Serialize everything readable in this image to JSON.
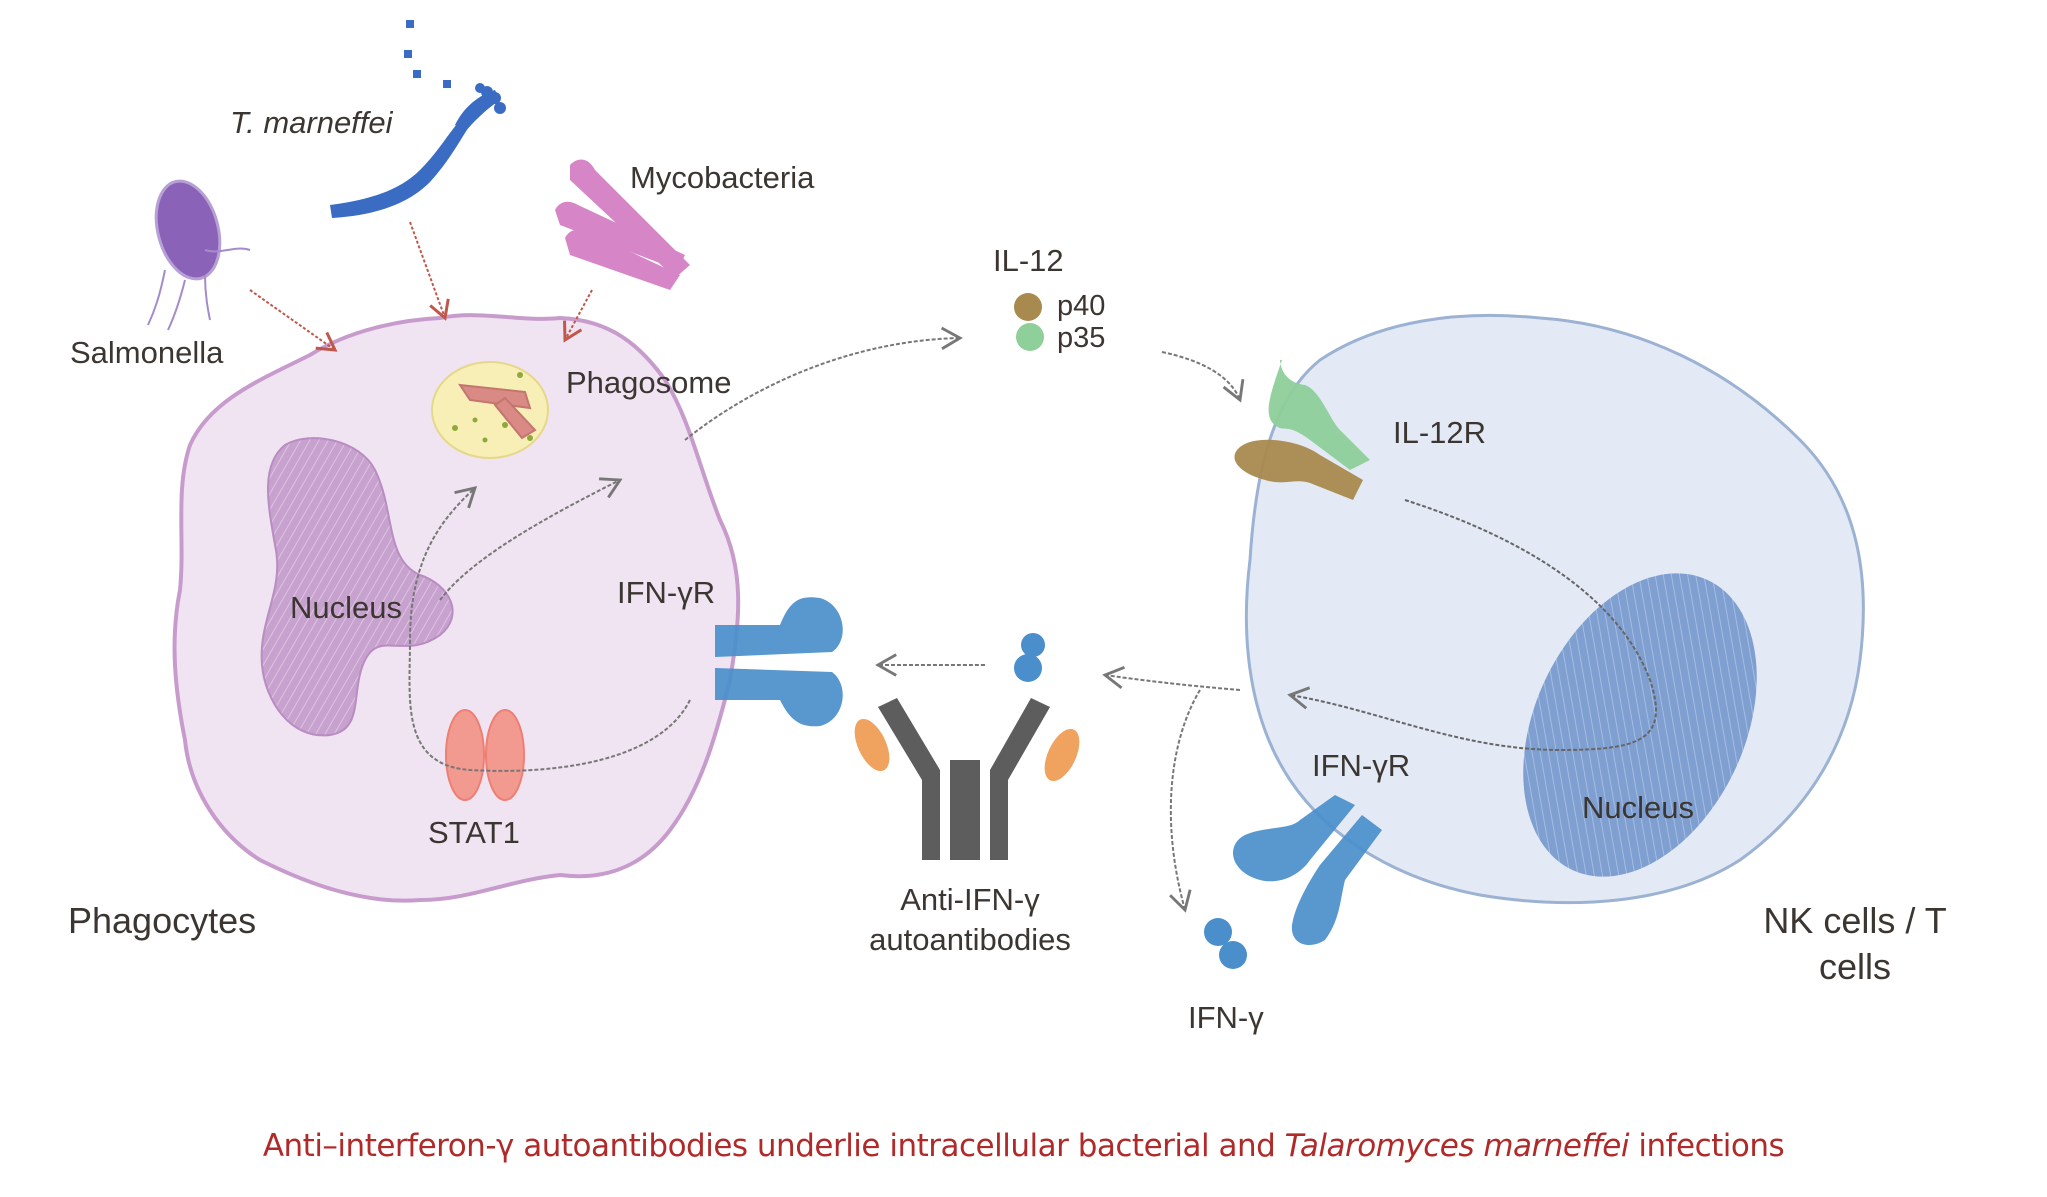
{
  "figure": {
    "caption": {
      "part1": "Anti–interferon-γ autoantibodies underlie intracellular bacterial and ",
      "italic": "Talaromyces marneffei",
      "part2": " infections"
    },
    "colors": {
      "caption_red": "#b12a2a",
      "text_dark": "#3b3632",
      "phagocyte_fill": "#f1e4f2",
      "phagocyte_outline": "#c79ccd",
      "phagocyte_nucleus": "#c49ccb",
      "nk_cell_fill": "#e3eaf5",
      "nk_outline": "#9bb2d3",
      "nk_nucleus": "#7c9dcf",
      "receptor_blue": "#4a8fcb",
      "il12_p40_brown": "#a88a4e",
      "il12_p35_green": "#8ecf9a",
      "stat1_red": "#f29a8f",
      "antibody_gray": "#5d5d5d",
      "antibody_orange": "#f0a35e",
      "salmonella_purple": "#8a63b8",
      "tmarneffei_blue": "#3b6cc4",
      "mycobacteria_pink": "#d686c6",
      "phagosome_yellow": "#f7efb6",
      "arrow_red": "#c0574a",
      "arrow_gray": "#777777"
    }
  },
  "pathogens": {
    "salmonella": "Salmonella",
    "t_marneffei": "T. marneffei",
    "mycobacteria": "Mycobacteria"
  },
  "phagocyte": {
    "cell_label": "Phagocytes",
    "phagosome": "Phagosome",
    "nucleus": "Nucleus",
    "receptor": "IFN-γR",
    "stat1": "STAT1"
  },
  "cytokines": {
    "il12": "IL-12",
    "p40": "p40",
    "p35": "p35",
    "ifng": "IFN-γ"
  },
  "antibody": {
    "line1": "Anti-IFN-γ",
    "line2": "autoantibodies"
  },
  "nk_cell": {
    "cell_label_line1": "NK cells / T",
    "cell_label_line2": "cells",
    "il12_receptor": "IL-12R",
    "receptor": "IFN-γR",
    "nucleus": "Nucleus"
  }
}
